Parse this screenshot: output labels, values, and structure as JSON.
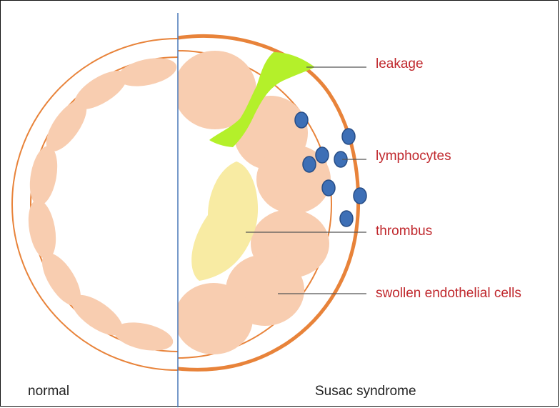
{
  "labels": {
    "leakage": "leakage",
    "lymphocytes": "lymphocytes",
    "thrombus": "thrombus",
    "swollen": "swollen endothelial cells",
    "normal": "normal",
    "susac": "Susac syndrome"
  },
  "colors": {
    "vessel_wall": "#e8833a",
    "endothelial_cell": "#f8cdb0",
    "lymphocyte_fill": "#3d6fb6",
    "lymphocyte_stroke": "#274d86",
    "thrombus": "#f8eba3",
    "leakage": "#b4f02a",
    "label_red": "#c0282d",
    "divider": "#4a79b8"
  }
}
